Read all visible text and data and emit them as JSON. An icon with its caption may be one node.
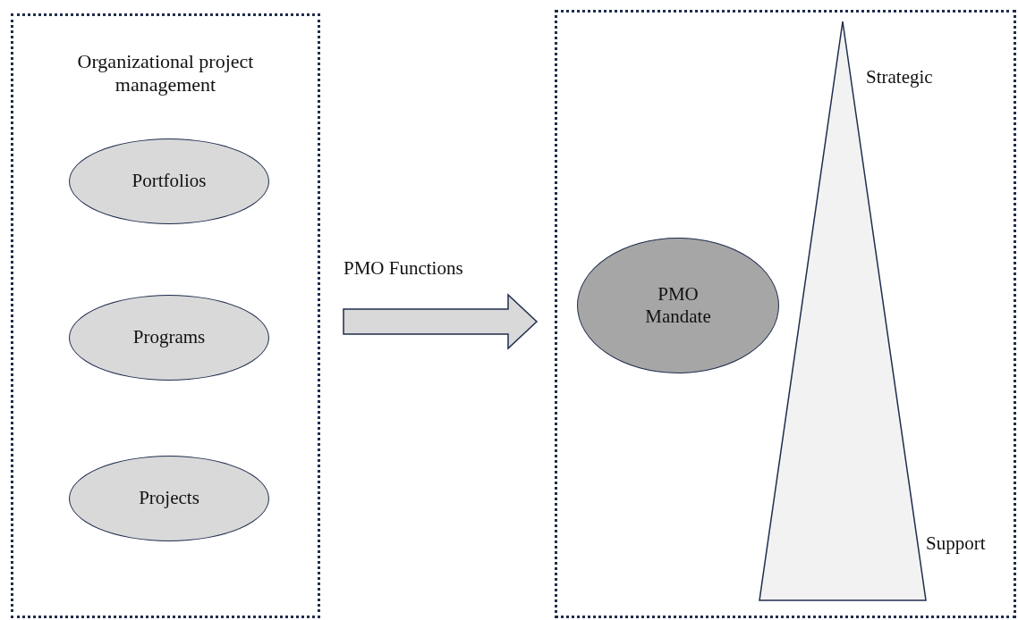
{
  "diagram": {
    "nodes": [
      {
        "text": [
          "Organizational project management"
        ]
      },
      {
        "text": [
          "Portfolios"
        ],
        "in": 0
      },
      {
        "text": [
          "Programs"
        ],
        "in": 0
      },
      {
        "text": [
          "Projects"
        ],
        "in": 0
      },
      {
        "text": [],
        "shape": "box"
      },
      {
        "text": [
          "PMO Mandate"
        ],
        "in": 4
      },
      {
        "text": [],
        "shape": "triangle",
        "in": 4,
        "beside": [
          "Strategic",
          "Support"
        ]
      }
    ],
    "edges": [
      {
        "from": 0,
        "to": 4,
        "arrow": "to",
        "label": "PMO Functions",
        "style": "thick"
      }
    ]
  }
}
